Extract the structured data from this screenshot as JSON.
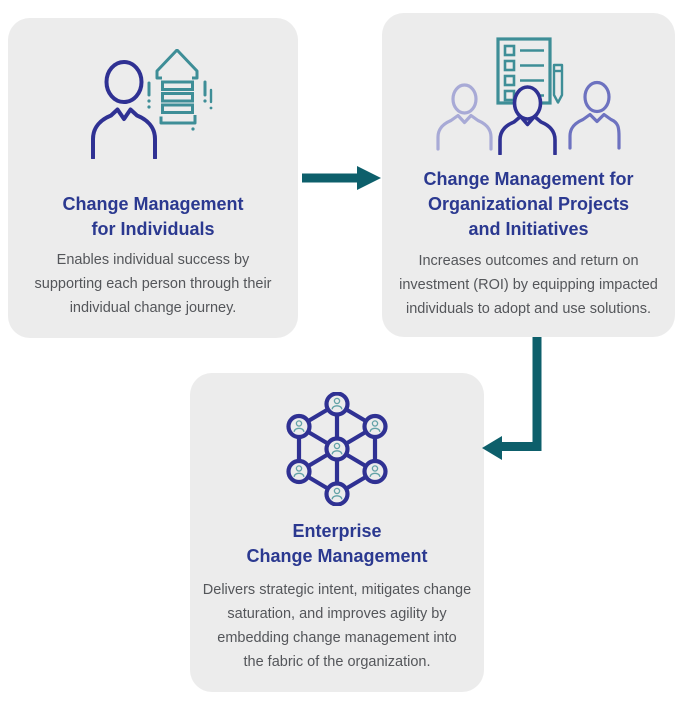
{
  "page": {
    "background": "#ffffff",
    "description": "Three-card flow diagram of change management levels"
  },
  "colors": {
    "card_background": "#ececec",
    "title_text": "#2b3990",
    "body_text": "#54565a",
    "flow_arrow": "#0d5f6b",
    "icon_indigo": "#2f3193",
    "icon_teal": "#3e8e97",
    "icon_purple_light": "#a8aad6",
    "icon_purple_mid": "#6d72c0",
    "icon_glyph_teal": "#63a2a7"
  },
  "cards": [
    {
      "id": "individuals",
      "icon": "person-growth-arrow-icon",
      "title": "Change Management\nfor Individuals",
      "body": "Enables individual success by\nsupporting each person through their\nindividual change journey."
    },
    {
      "id": "organizational-projects",
      "icon": "team-checklist-icon",
      "title": "Change Management for\nOrganizational Projects\nand Initiatives",
      "body": "Increases outcomes and return on\ninvestment (ROI) by equipping impacted\nindividuals to adopt and use solutions."
    },
    {
      "id": "enterprise",
      "icon": "people-network-icon",
      "title": "Enterprise\nChange Management",
      "body": "Delivers strategic intent, mitigates change\nsaturation, and improves agility by\nembedding change management into\nthe fabric of the organization."
    }
  ],
  "arrows": [
    {
      "name": "arrow-individuals-to-projects",
      "direction": "right"
    },
    {
      "name": "arrow-projects-to-enterprise",
      "direction": "down-left"
    }
  ]
}
